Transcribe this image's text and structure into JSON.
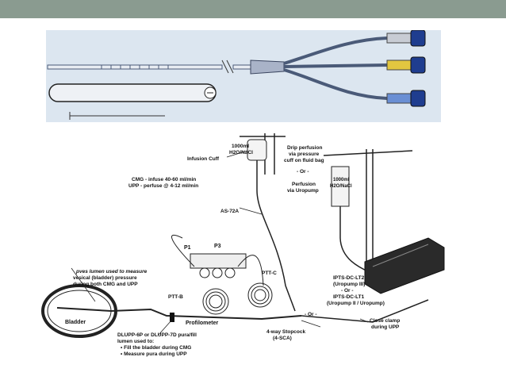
{
  "labels": {
    "bag_left": [
      "1000ml",
      "H2O/NaCl"
    ],
    "infusion_cuff": "Infusion Cuff",
    "drip_perfusion": [
      "Drip perfusion",
      "via pressure",
      "cuff on fluid bag"
    ],
    "or_1": "- Or -",
    "perfusion": [
      "Perfusion",
      "via Uropump"
    ],
    "bag_right": [
      "1000ml",
      "H2O/NaCl"
    ],
    "cmg_line": "CMG - infuse 40-60 ml/min",
    "upp_line": "UPP - perfuse @ 4-12 ml/min",
    "as72a": "AS-72A",
    "p1": "P1",
    "p3": "P3",
    "ptt_c": "PTT-C",
    "ptt_b": "PTT-B",
    "pves_lines": [
      "pves lumen used to measure",
      "vesical (bladder) pressure",
      "during both CMG and UPP"
    ],
    "bladder": "Bladder",
    "profilometer": "Profilometer",
    "ipts": [
      "IPTS-DC-LT2",
      "(Uropump III)",
      "- Or -",
      "IPTS-DC-LT1",
      "(Uropump II / Uropump)"
    ],
    "or_2": "- Or -",
    "close_clamp": [
      "Close clamp",
      "during UPP"
    ],
    "stopcock": [
      "4-way Stopcock",
      "(4-SCA)"
    ],
    "dlupp_lines": [
      "DLUPP-6P or DLUPP-7D pura/fill",
      "lumen used to:"
    ],
    "dlupp_bullets": [
      "Fill the bladder during CMG",
      "Measure pura during UPP"
    ]
  }
}
